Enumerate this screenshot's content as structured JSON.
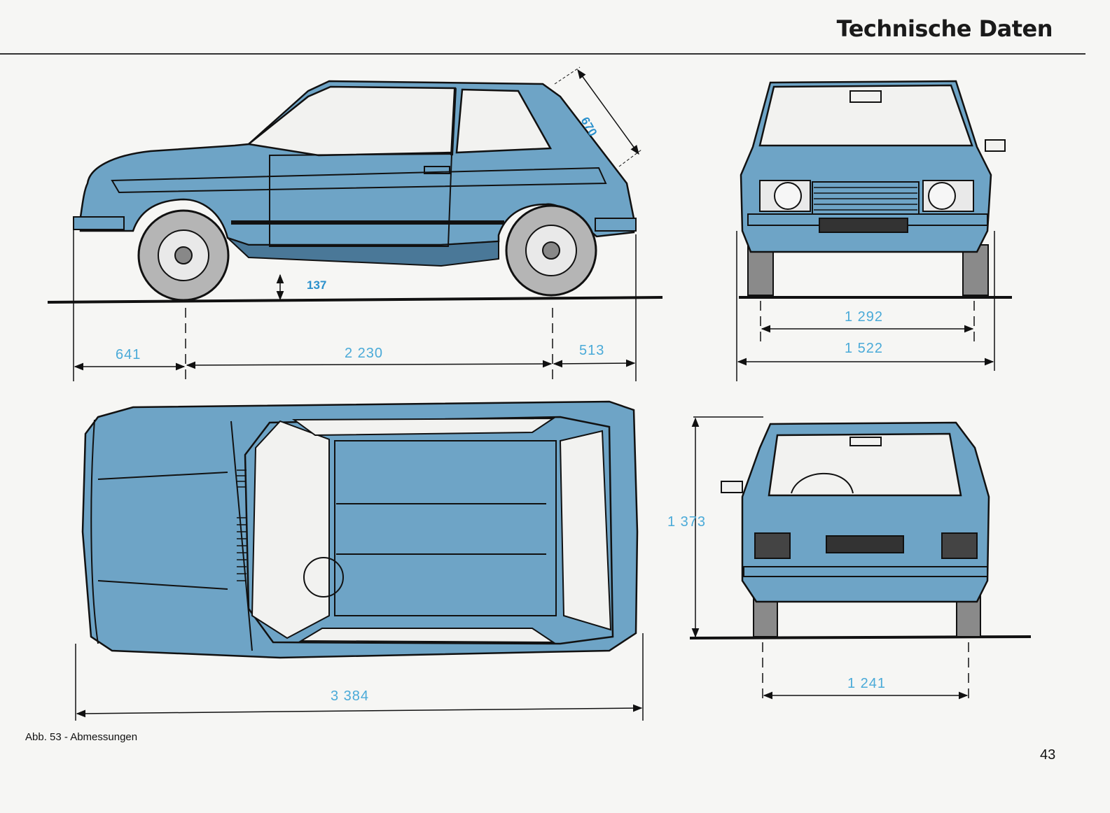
{
  "header": {
    "title": "Technische Daten"
  },
  "figure": {
    "caption": "Abb. 53 - Abmessungen"
  },
  "page_number": "43",
  "colors": {
    "car_body": "#6ea4c6",
    "dimension_text": "#4aaad8",
    "line": "#111111"
  },
  "dimensions": {
    "side_view": {
      "roof_glass": "670",
      "ground_clearance": "137",
      "front_overhang": "641",
      "wheelbase": "2 230",
      "rear_overhang": "513"
    },
    "front_view": {
      "track": "1 292",
      "width": "1 522"
    },
    "top_view": {
      "length": "3 384"
    },
    "rear_view": {
      "height": "1 373",
      "rear_track": "1 241"
    }
  }
}
